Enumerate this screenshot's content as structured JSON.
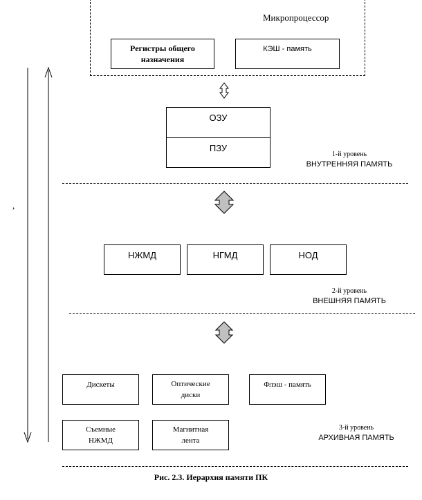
{
  "microprocessor": {
    "title": "Микропроцессор",
    "registers": "Регистры общего назначения",
    "cache": "КЭШ - память"
  },
  "internal": {
    "ram": "ОЗУ",
    "rom": "ПЗУ",
    "level_no": "1-й уровень",
    "level_name": "ВНУТРЕННЯЯ ПАМЯТЬ"
  },
  "external": {
    "hdd": "НЖМД",
    "fdd": "НГМД",
    "optical_drive": "НОД",
    "level_no": "2-й уровень",
    "level_name": "ВНЕШНЯЯ ПАМЯТЬ"
  },
  "archive": {
    "diskettes": "Дискеты",
    "optical_discs": "Оптические диски",
    "flash": "Флэш - память",
    "removable_hdd": "Съемные НЖМД",
    "tape": "Магнитная лента",
    "level_no": "3-й уровень",
    "level_name": "АРХИВНАЯ ПАМЯТЬ"
  },
  "side_mark": ",",
  "caption": "Рис. 2.3. Иерархия памяти ПК",
  "colors": {
    "arrow_fill": "#c0c0c0",
    "line": "#000000"
  }
}
